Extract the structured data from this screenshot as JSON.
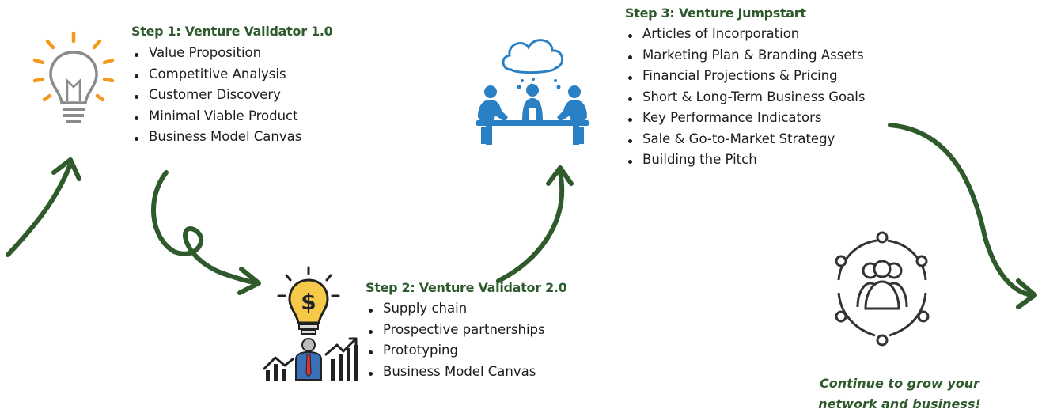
{
  "step1": {
    "title": "Step 1: Venture Validator 1.0",
    "items": [
      "Value Proposition",
      "Competitive  Analysis",
      "Customer Discovery",
      "Minimal Viable Product",
      "Business Model Canvas"
    ]
  },
  "step2": {
    "title": "Step 2: Venture Validator 2.0",
    "items": [
      "Supply chain",
      "Prospective partnerships",
      "Prototyping",
      "Business Model Canvas"
    ]
  },
  "step3": {
    "title": "Step 3: Venture Jumpstart",
    "items": [
      "Articles of Incorporation",
      "Marketing Plan & Branding Assets",
      "Financial Projections & Pricing",
      "Short & Long-Term Business Goals",
      "Key Performance Indicators",
      "Sale & Go-to-Market Strategy",
      "Building the Pitch"
    ]
  },
  "closing": {
    "line1": "Continue to grow your",
    "line2": "network and business!"
  },
  "icons": {
    "step1": "lightbulb-idea-icon",
    "step2": "dollar-lightbulb-growth-icon",
    "step3": "team-meeting-cloud-icon",
    "closing": "network-people-icon"
  },
  "colors": {
    "arrow": "#2e5a2c",
    "title": "#2e5a2c",
    "bulb_rays": "#f39a1e",
    "meeting_blue": "#2980c4",
    "dollar_bulb": "#f7c948"
  }
}
